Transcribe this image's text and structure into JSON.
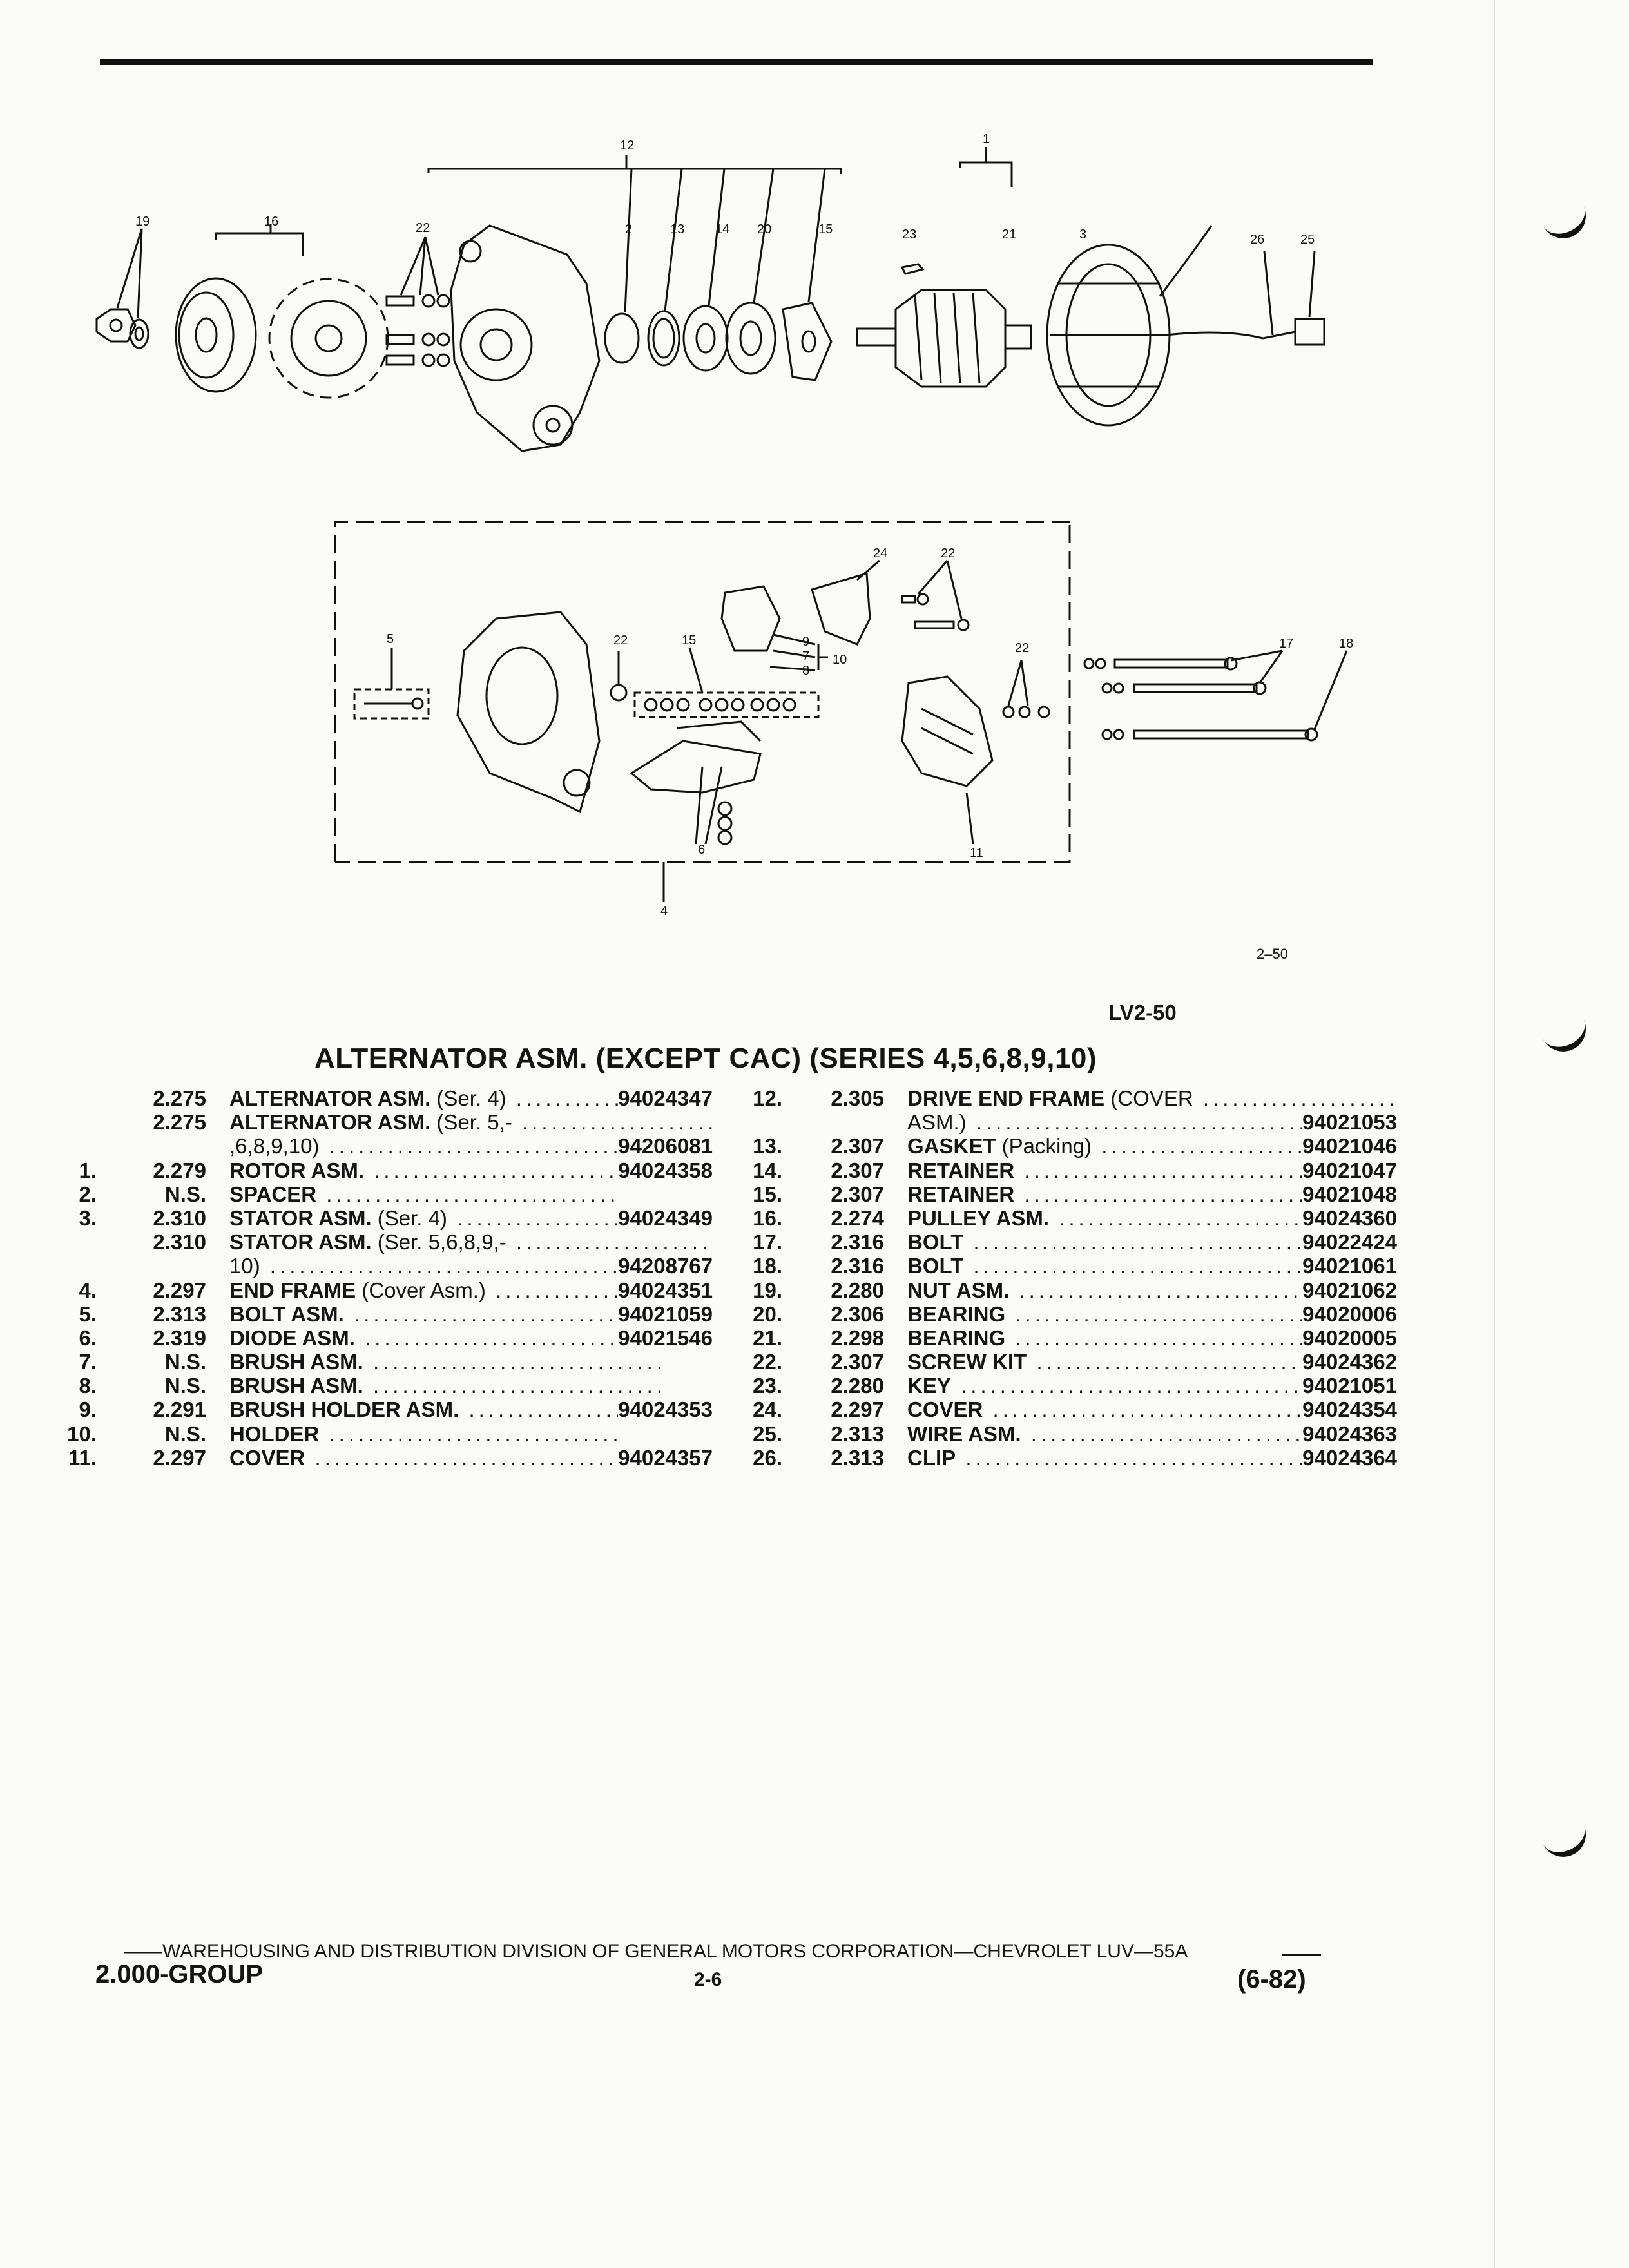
{
  "figure": {
    "figure_code": "2–50",
    "illustration_code": "LV2-50",
    "callouts_top": [
      "12",
      "1",
      "19",
      "16",
      "22",
      "2",
      "13",
      "14",
      "20",
      "15",
      "23",
      "21",
      "3",
      "26",
      "25"
    ],
    "callouts_bottom": [
      "24",
      "22",
      "5",
      "22",
      "15",
      "9",
      "7",
      "10",
      "8",
      "22",
      "17",
      "18",
      "6",
      "11",
      "4"
    ]
  },
  "title": "ALTERNATOR ASM. (EXCEPT CAC) (SERIES 4,5,6,8,9,10)",
  "parts_left": [
    {
      "no": "",
      "group": "2.275",
      "name": "ALTERNATOR ASM.",
      "detail": "(Ser. 4)",
      "part": "94024347"
    },
    {
      "no": "",
      "group": "2.275",
      "name": "ALTERNATOR ASM.",
      "detail": "(Ser. 5,-",
      "part": ""
    },
    {
      "no": "",
      "group": "",
      "name": "",
      "detail": ",6,8,9,10)",
      "part": "94206081"
    },
    {
      "no": "1.",
      "group": "2.279",
      "name": "ROTOR ASM.",
      "detail": "",
      "part": "94024358"
    },
    {
      "no": "2.",
      "group": "N.S.",
      "name": "SPACER",
      "detail": "",
      "part": ""
    },
    {
      "no": "3.",
      "group": "2.310",
      "name": "STATOR ASM.",
      "detail": "(Ser. 4)",
      "part": "94024349"
    },
    {
      "no": "",
      "group": "2.310",
      "name": "STATOR ASM.",
      "detail": "(Ser. 5,6,8,9,-",
      "part": ""
    },
    {
      "no": "",
      "group": "",
      "name": "",
      "detail": "10)",
      "part": "94208767"
    },
    {
      "no": "4.",
      "group": "2.297",
      "name": "END FRAME",
      "detail": "(Cover Asm.)",
      "part": "94024351"
    },
    {
      "no": "5.",
      "group": "2.313",
      "name": "BOLT ASM.",
      "detail": "",
      "part": "94021059"
    },
    {
      "no": "6.",
      "group": "2.319",
      "name": "DIODE ASM.",
      "detail": "",
      "part": "94021546"
    },
    {
      "no": "7.",
      "group": "N.S.",
      "name": "BRUSH ASM.",
      "detail": "",
      "part": ""
    },
    {
      "no": "8.",
      "group": "N.S.",
      "name": "BRUSH ASM.",
      "detail": "",
      "part": ""
    },
    {
      "no": "9.",
      "group": "2.291",
      "name": "BRUSH HOLDER ASM.",
      "detail": "",
      "part": "94024353"
    },
    {
      "no": "10.",
      "group": "N.S.",
      "name": "HOLDER",
      "detail": "",
      "part": ""
    },
    {
      "no": "11.",
      "group": "2.297",
      "name": "COVER",
      "detail": "",
      "part": "94024357"
    }
  ],
  "parts_right": [
    {
      "no": "12.",
      "group": "2.305",
      "name": "DRIVE END FRAME",
      "detail": "(COVER",
      "part": ""
    },
    {
      "no": "",
      "group": "",
      "name": "",
      "detail": "ASM.)",
      "part": "94021053"
    },
    {
      "no": "13.",
      "group": "2.307",
      "name": "GASKET",
      "detail": "(Packing)",
      "part": "94021046"
    },
    {
      "no": "14.",
      "group": "2.307",
      "name": "RETAINER",
      "detail": "",
      "part": "94021047"
    },
    {
      "no": "15.",
      "group": "2.307",
      "name": "RETAINER",
      "detail": "",
      "part": "94021048"
    },
    {
      "no": "16.",
      "group": "2.274",
      "name": "PULLEY ASM.",
      "detail": "",
      "part": "94024360"
    },
    {
      "no": "17.",
      "group": "2.316",
      "name": "BOLT",
      "detail": "",
      "part": "94022424"
    },
    {
      "no": "18.",
      "group": "2.316",
      "name": "BOLT",
      "detail": "",
      "part": "94021061"
    },
    {
      "no": "19.",
      "group": "2.280",
      "name": "NUT ASM.",
      "detail": "",
      "part": "94021062"
    },
    {
      "no": "20.",
      "group": "2.306",
      "name": "BEARING",
      "detail": "",
      "part": "94020006"
    },
    {
      "no": "21.",
      "group": "2.298",
      "name": "BEARING",
      "detail": "",
      "part": "94020005"
    },
    {
      "no": "22.",
      "group": "2.307",
      "name": "SCREW KIT",
      "detail": "",
      "part": "94024362"
    },
    {
      "no": "23.",
      "group": "2.280",
      "name": "KEY",
      "detail": "",
      "part": "94021051"
    },
    {
      "no": "24.",
      "group": "2.297",
      "name": "COVER",
      "detail": "",
      "part": "94024354"
    },
    {
      "no": "25.",
      "group": "2.313",
      "name": "WIRE ASM.",
      "detail": "",
      "part": "94024363"
    },
    {
      "no": "26.",
      "group": "2.313",
      "name": "CLIP",
      "detail": "",
      "part": "94024364"
    }
  ],
  "footer": {
    "division_line": "——WAREHOUSING AND DISTRIBUTION DIVISION OF GENERAL MOTORS CORPORATION—CHEVROLET LUV—55A",
    "group": "2.000-GROUP",
    "page": "2-6",
    "date": "(6-82)"
  }
}
